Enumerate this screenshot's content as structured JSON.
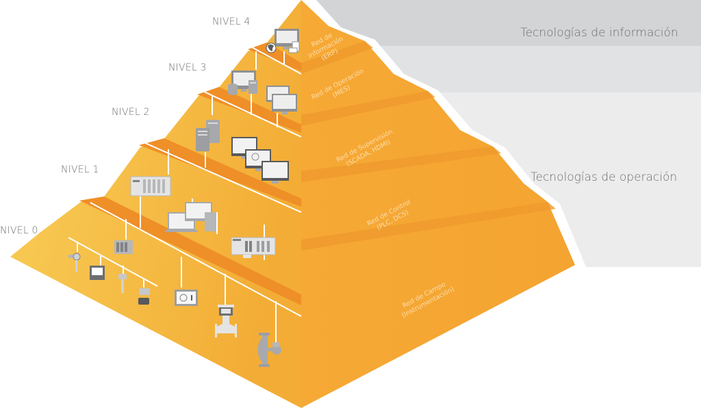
{
  "title": "Pirámide de automatización industrial",
  "bands": [
    {
      "id": "it",
      "label": "Tecnologías de información"
    },
    {
      "id": "ot",
      "label": "Tecnologías de operación"
    }
  ],
  "levels": [
    {
      "id": "nivel-4",
      "label": "NIVEL 4",
      "network": [
        "Red de",
        "información",
        "(ERP)"
      ]
    },
    {
      "id": "nivel-3",
      "label": "NIVEL 3",
      "network": [
        "Red de Operación",
        "(MES)"
      ]
    },
    {
      "id": "nivel-2",
      "label": "NIVEL 2",
      "network": [
        "Red de Supervisión",
        "(SCADA, HDMI)"
      ]
    },
    {
      "id": "nivel-1",
      "label": "NIVEL 1",
      "network": [
        "Red de Control",
        "(PLC, DCS)"
      ]
    },
    {
      "id": "nivel-0",
      "label": "NIVEL 0",
      "network": [
        "Red de Campo",
        "(Instrumentación)"
      ]
    }
  ],
  "devices": {
    "nivel-4": [
      "globe-icon",
      "erp-monitor-icon",
      "tablet-icon"
    ],
    "nivel-3": [
      "database-icon",
      "mes-monitor-icon",
      "server-icon",
      "dual-monitor-icon"
    ],
    "nivel-2": [
      "server-rack-icon",
      "scada-monitor-icon",
      "gauge-monitor-icon",
      "diagram-monitor-icon"
    ],
    "nivel-1": [
      "plc-rack-icon",
      "laptop-icon",
      "workstation-icon",
      "dcs-controller-icon"
    ],
    "nivel-0": [
      "io-module-icon",
      "pressure-transmitter-icon",
      "display-unit-icon",
      "temperature-sensor-icon",
      "flow-transmitter-icon",
      "gauge-panel-icon",
      "control-valve-icon",
      "flowmeter-icon"
    ]
  },
  "colors": {
    "left_face_light": "#f8cd55",
    "left_face_dark": "#f4b23a",
    "right_face": "#f5a733",
    "step_edge": "#ef8f27",
    "band_top": "#d3d4d6",
    "band_mid": "#e1e2e4",
    "band_low": "#ececec",
    "device_gray": "#a7a9ac",
    "device_dark": "#6d6e71",
    "label_gray": "#6d6e70"
  }
}
